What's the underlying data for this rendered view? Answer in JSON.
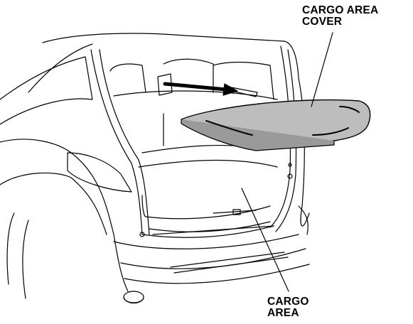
{
  "labels": {
    "cargo_area_cover": [
      "CARGO AREA",
      "COVER"
    ],
    "cargo_area": [
      "CARGO",
      "AREA"
    ]
  },
  "colors": {
    "line": "#000000",
    "cover_fill": "#bdbdbd",
    "background": "#ffffff"
  }
}
